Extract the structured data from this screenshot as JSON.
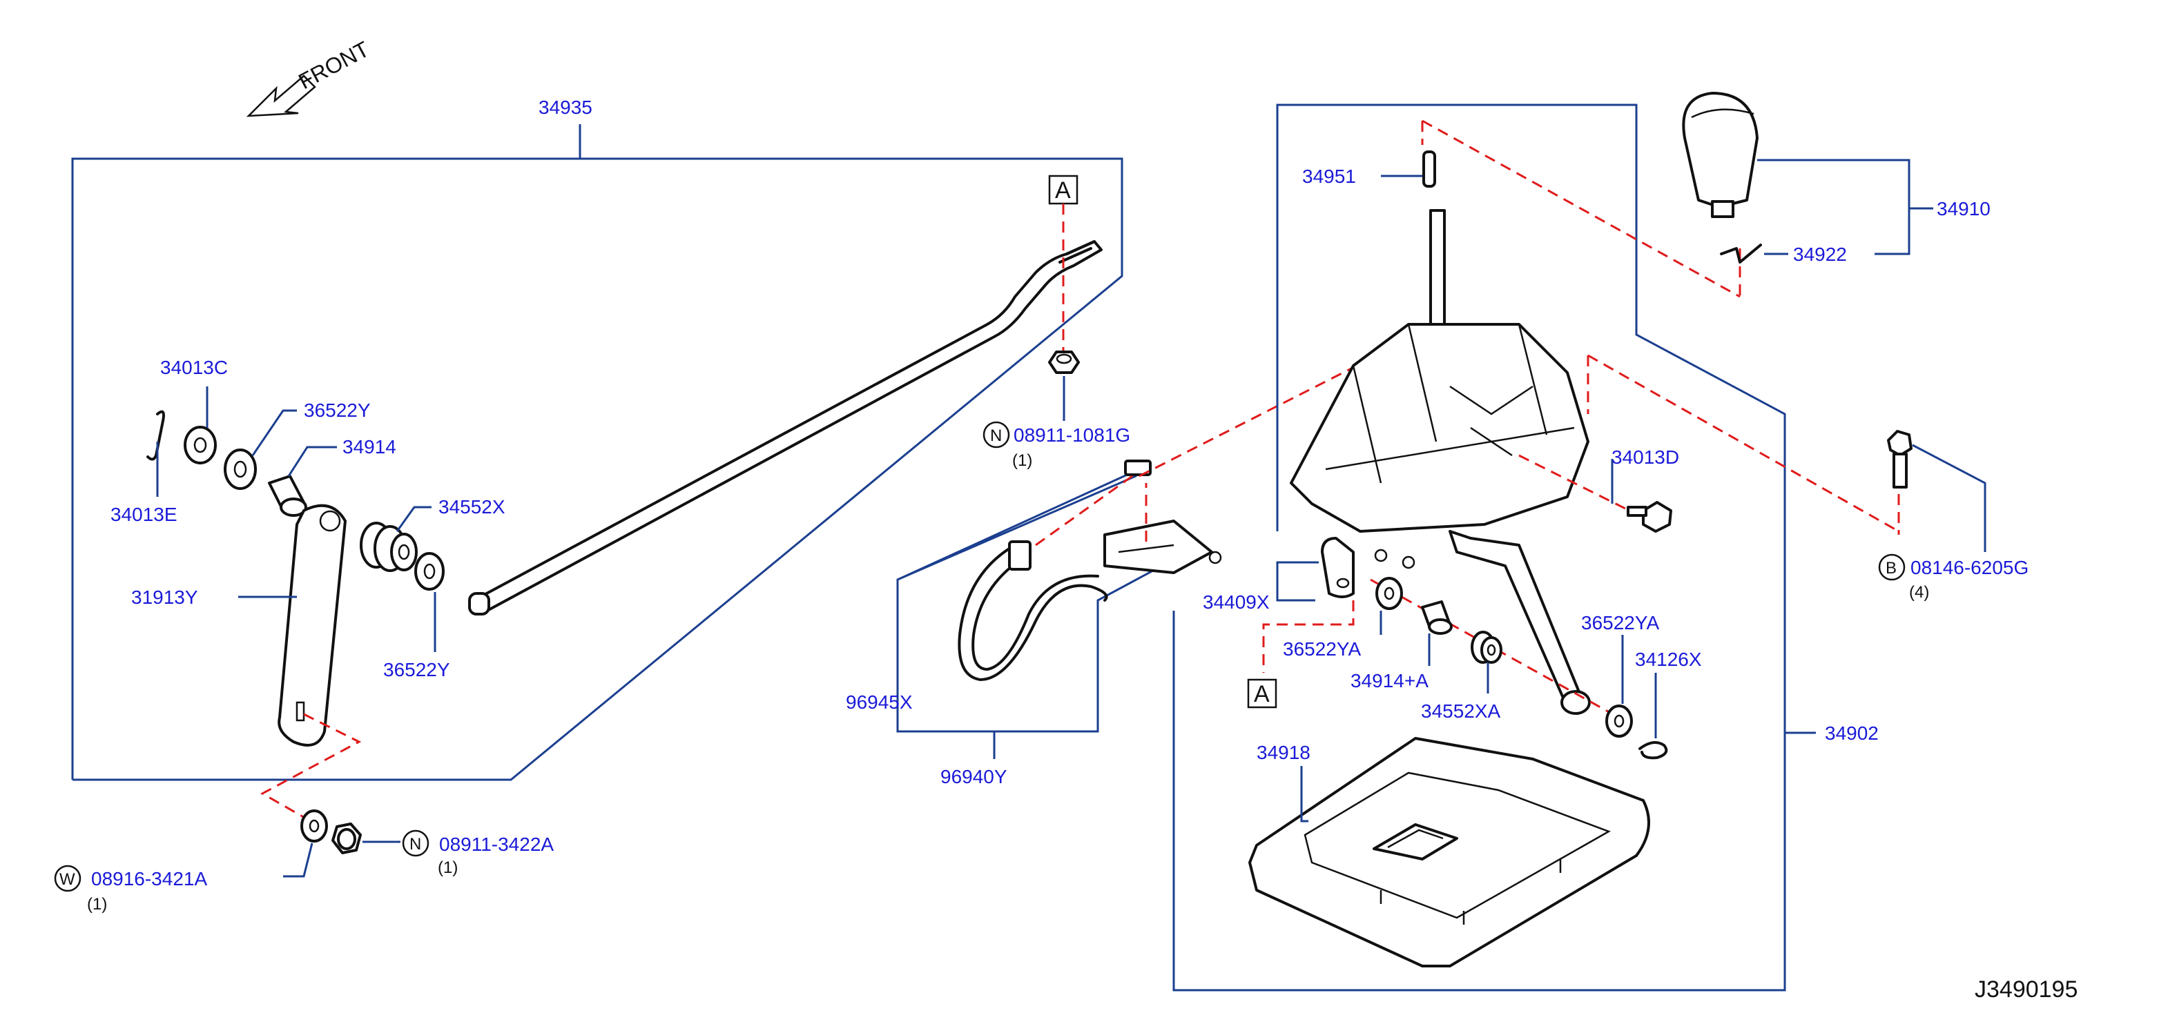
{
  "diagram_code": "J3490195",
  "front_label": "FRONT",
  "ref_marker": "A",
  "labels": {
    "p34935": "34935",
    "p34013C": "34013C",
    "p36522Y_a": "36522Y",
    "p34914": "34914",
    "p34013E": "34013E",
    "p34552X": "34552X",
    "p31913Y": "31913Y",
    "p36522Y_b": "36522Y",
    "p08911_1081G": "08911-1081G",
    "p08911_1081G_qty": "(1)",
    "p08911_3422A": "08911-3422A",
    "p08911_3422A_qty": "(1)",
    "p08916_3421A": "08916-3421A",
    "p08916_3421A_qty": "(1)",
    "p34951": "34951",
    "p34910": "34910",
    "p34922": "34922",
    "p34013D": "34013D",
    "p08146_6205G": "08146-6205G",
    "p08146_6205G_qty": "(4)",
    "p34409X": "34409X",
    "p36522YA_a": "36522YA",
    "p34914A": "34914+A",
    "p34552XA": "34552XA",
    "p36522YA_b": "36522YA",
    "p34126X": "34126X",
    "p34902": "34902",
    "p96945X": "96945X",
    "p96940Y": "96940Y",
    "p34918": "34918"
  },
  "prefixes": {
    "nut": "N",
    "washer": "W",
    "bolt": "B"
  },
  "colors": {
    "label": "#1a1ad8",
    "bracket": "#1b3f8f",
    "dashed": "#e01b1b",
    "part": "#111111"
  }
}
